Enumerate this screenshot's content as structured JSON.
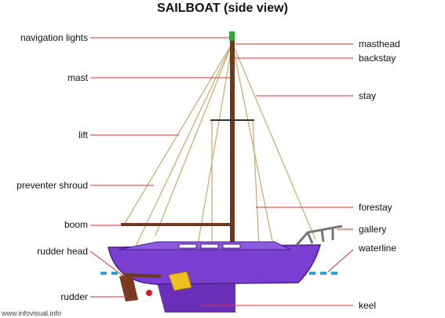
{
  "title": "SAILBOAT (side view)",
  "credit": "www.infovisual.info",
  "colors": {
    "leader": "#e03030",
    "hull": "#7a3fd0",
    "hull_dark": "#4a1f8a",
    "mast": "#6b3a1f",
    "rigging": "#c9b07a",
    "water": "#2aa7d8",
    "keel": "#6a2fb8",
    "rudder": "#7a3a20",
    "motor": "#f0c020",
    "rail": "#777777",
    "light": "#2faa3a"
  },
  "labels": {
    "left": [
      {
        "id": "navigation-lights",
        "text": "navigation lights"
      },
      {
        "id": "mast",
        "text": "mast"
      },
      {
        "id": "lift",
        "text": "lift"
      },
      {
        "id": "preventer-shroud",
        "text": "preventer shroud"
      },
      {
        "id": "boom",
        "text": "boom"
      },
      {
        "id": "rudder-head",
        "text": "rudder head"
      },
      {
        "id": "rudder",
        "text": "rudder"
      }
    ],
    "right": [
      {
        "id": "masthead",
        "text": "masthead"
      },
      {
        "id": "backstay",
        "text": "backstay"
      },
      {
        "id": "stay",
        "text": "stay"
      },
      {
        "id": "forestay",
        "text": "forestay"
      },
      {
        "id": "gallery",
        "text": "gallery"
      },
      {
        "id": "waterline",
        "text": "waterline"
      },
      {
        "id": "keel",
        "text": "keel"
      }
    ]
  }
}
